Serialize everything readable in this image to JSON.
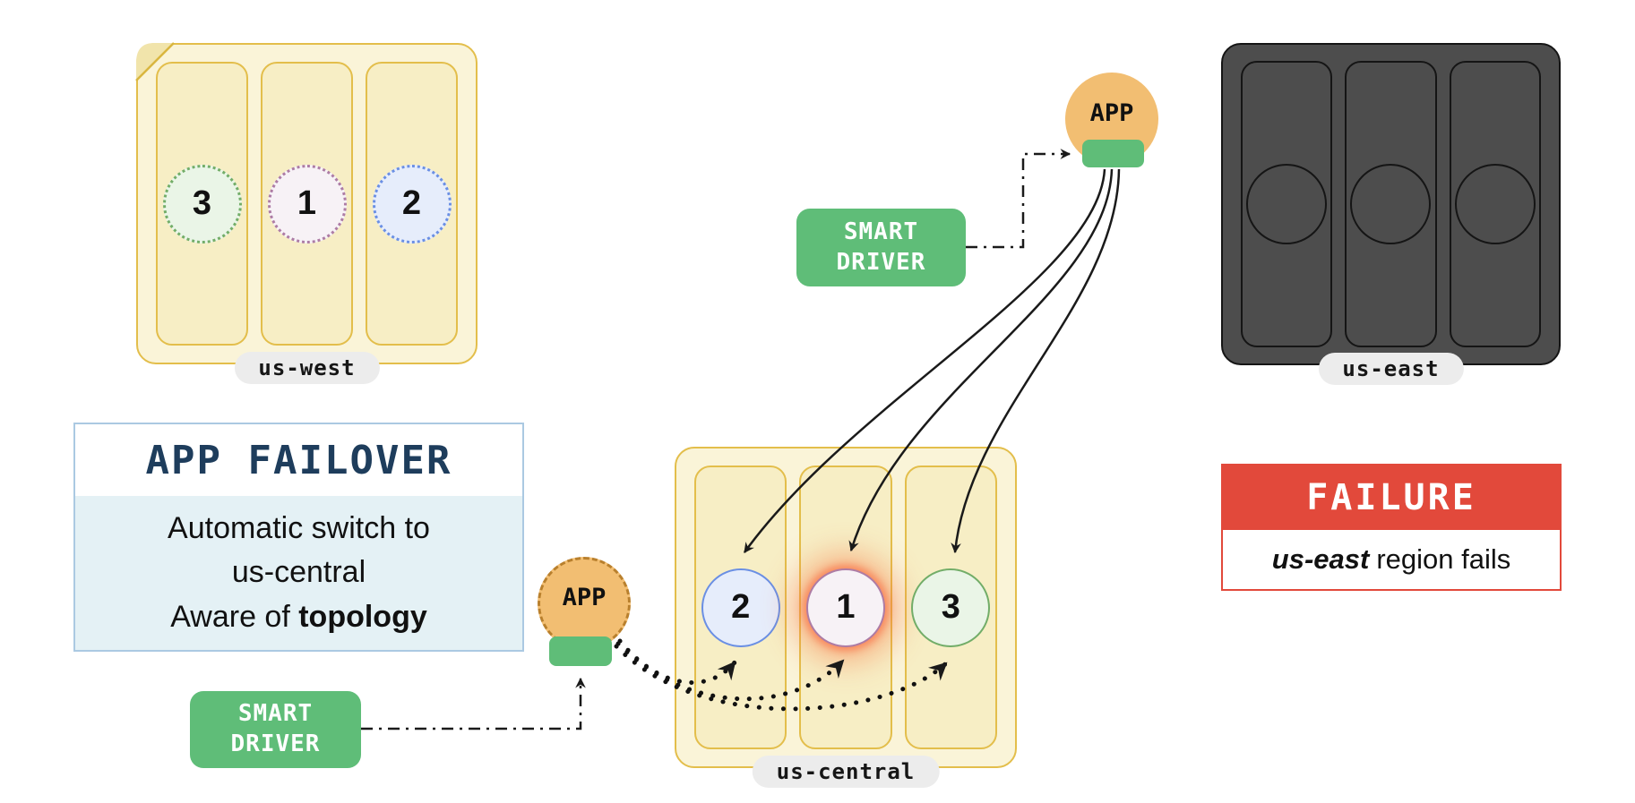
{
  "regions": {
    "us_west": {
      "label": "us-west",
      "nodes": [
        {
          "n": "3"
        },
        {
          "n": "1"
        },
        {
          "n": "2"
        }
      ]
    },
    "us_central": {
      "label": "us-central",
      "nodes": [
        {
          "n": "2"
        },
        {
          "n": "1"
        },
        {
          "n": "3"
        }
      ]
    },
    "us_east": {
      "label": "us-east"
    }
  },
  "apps": {
    "top": {
      "label": "APP"
    },
    "bottom": {
      "label": "APP"
    }
  },
  "drivers": {
    "top": {
      "line1": "SMART",
      "line2": "DRIVER"
    },
    "bottom": {
      "line1": "SMART",
      "line2": "DRIVER"
    }
  },
  "failover_box": {
    "title": "APP FAILOVER",
    "line1": "Automatic switch to",
    "line2": "us-central",
    "line3_prefix": "Aware of",
    "line3_bold": "topology"
  },
  "failure_box": {
    "title": "FAILURE",
    "body_emphasis": "us-east",
    "body_rest": "region fails"
  },
  "colors": {
    "gold": "#E3BE4B",
    "region-bg": "#FAF4D8",
    "col-bg": "#F7EEC5",
    "dark-bg": "#4D4D4D",
    "dark-border": "#151515",
    "green": "#5FBD78",
    "orange": "#F2BE72",
    "orange-bd": "#B9802D",
    "blue-bd": "#6A8FE4",
    "blue-fill": "#E6EDFB",
    "purple-bd": "#AD7CA5",
    "purple-fill": "#F7F2F6",
    "green-bd": "#72AD68",
    "green-fill": "#EAF5E7",
    "pill-bg": "#ECECEC",
    "navy": "#1E3D5C",
    "box-blue-bd": "#ABC9E2",
    "box-blue-bg": "#E4F1F5",
    "red": "#E2493B",
    "line": "#1A1A1A",
    "glow": "#F8643A"
  }
}
